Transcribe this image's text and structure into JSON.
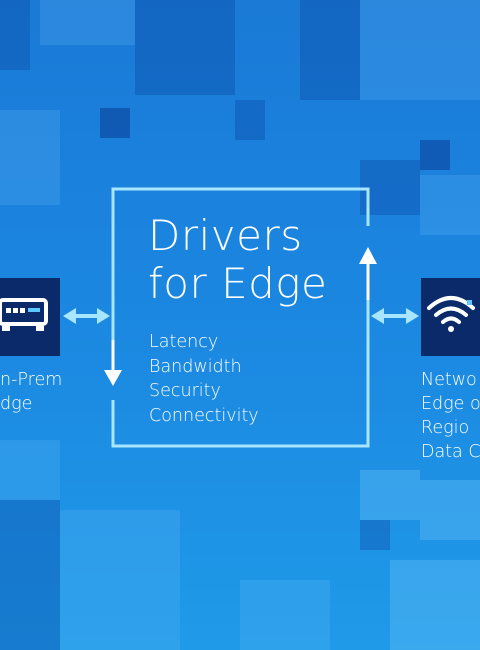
{
  "center": {
    "title_lines": [
      "Drivers",
      "for Edge"
    ],
    "drivers": [
      "Latency",
      "Bandwidth",
      "Security",
      "Connectivity"
    ]
  },
  "left_node": {
    "icon": "server-appliance-icon",
    "label_lines": [
      "n-Prem",
      "dge"
    ]
  },
  "right_node": {
    "icon": "wifi-icon",
    "label_lines": [
      "Netwo",
      "Edge o",
      "Regio",
      "Data C"
    ]
  },
  "colors": {
    "background": "#1b86e0",
    "frame": "#a8e6ff",
    "arrow": "#a8e6ff",
    "device_box": "#0a2a6a",
    "text": "#ffffff"
  }
}
